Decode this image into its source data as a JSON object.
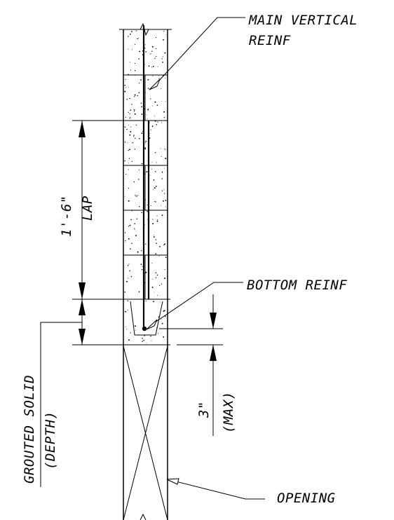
{
  "labels": {
    "main_vertical_line1": "MAIN VERTICAL",
    "main_vertical_line2": "REINF",
    "bottom_reinf": "BOTTOM REINF",
    "opening": "OPENING"
  },
  "dimensions": {
    "lap_value": "1'-6\"",
    "lap_note": "LAP",
    "max_value": "3\"",
    "max_note": "(MAX)",
    "grouted_line1": "GROUTED SOLID",
    "grouted_line2": "(DEPTH)"
  }
}
